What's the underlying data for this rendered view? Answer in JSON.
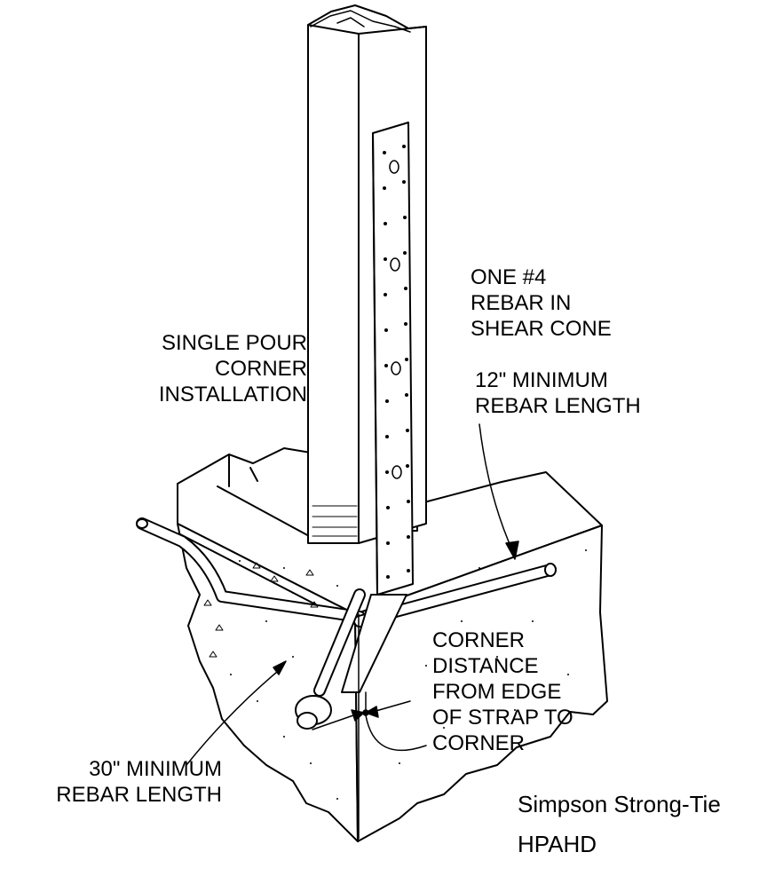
{
  "labels": {
    "single_pour": "SINGLE POUR\nCORNER\nINSTALLATION",
    "rebar_shear_cone": "ONE #4\nREBAR IN\nSHEAR CONE",
    "rebar_12": "12\" MINIMUM\nREBAR LENGTH",
    "corner_distance": "CORNER\nDISTANCE\nFROM EDGE\nOF STRAP TO\nCORNER",
    "rebar_30": "30\" MINIMUM\nREBAR LENGTH"
  },
  "caption": {
    "brand": "Simpson Strong-Tie",
    "model": "HPAHD"
  },
  "colors": {
    "ink": "#000000",
    "paper": "#ffffff"
  }
}
